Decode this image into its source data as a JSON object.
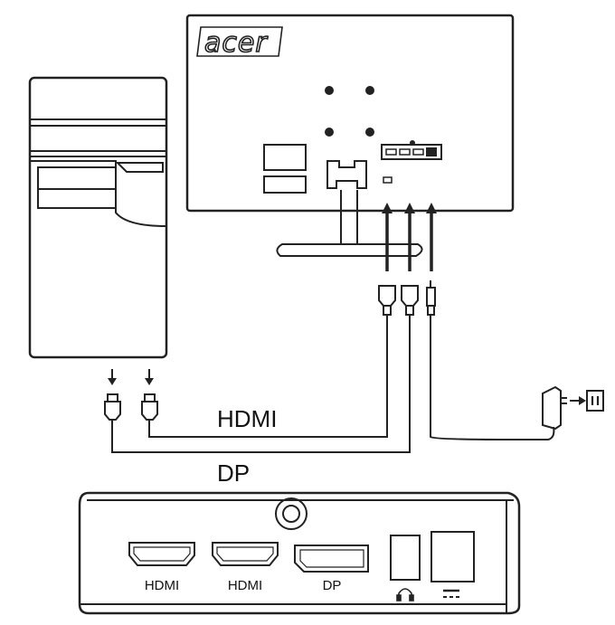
{
  "monitor": {
    "brand_logo": "acer"
  },
  "cables": {
    "hdmi_label": "HDMI",
    "dp_label": "DP"
  },
  "rear_panel": {
    "port_labels": [
      "HDMI",
      "HDMI",
      "DP"
    ],
    "icons": [
      "headphone-icon",
      "dc-power-icon"
    ]
  },
  "colors": {
    "line": "#222222",
    "background": "#ffffff"
  }
}
